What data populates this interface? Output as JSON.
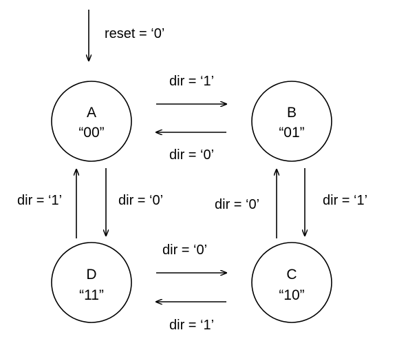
{
  "colors": {
    "stroke": "#000000",
    "background": "#ffffff"
  },
  "states": {
    "A": {
      "name": "A",
      "code": "“00”"
    },
    "B": {
      "name": "B",
      "code": "“01”"
    },
    "C": {
      "name": "C",
      "code": "“10”"
    },
    "D": {
      "name": "D",
      "code": "“11”"
    }
  },
  "transitions": {
    "reset": "reset = ‘0’",
    "a_to_b": "dir = ‘1’",
    "b_to_a": "dir = ‘0’",
    "a_to_d": "dir = ‘0’",
    "d_to_a": "dir = ‘1’",
    "b_to_c": "dir = ‘1’",
    "c_to_b": "dir = ‘0’",
    "d_to_c": "dir = ‘0’",
    "c_to_d": "dir = ‘1’"
  }
}
